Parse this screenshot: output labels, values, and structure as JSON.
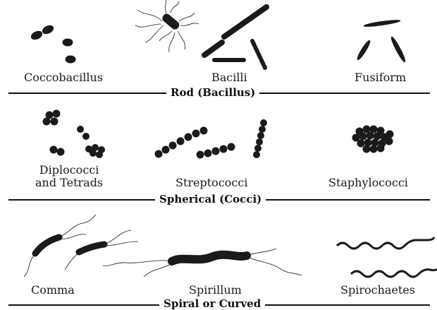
{
  "sections": [
    {
      "title": "Rod (Bacillus)",
      "items": [
        "Coccobacillus",
        "Bacilli",
        "Fusiform"
      ]
    },
    {
      "title": "Spherical (Cocci)",
      "items": [
        "Diplococci\nand Tetrads",
        "Streptococci",
        "Staphylococci"
      ]
    },
    {
      "title": "Spiral or Curved",
      "items": [
        "Comma",
        "Spirillum",
        "Spirochaetes"
      ]
    }
  ]
}
